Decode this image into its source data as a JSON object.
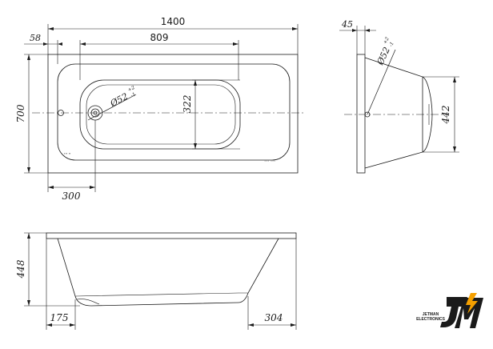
{
  "dims": {
    "length_total": "1400",
    "offset_left": "58",
    "inner_length": "809",
    "width_total": "700",
    "drain_offset": "300",
    "inner_width": "322",
    "drain_dia_top": "Ø52",
    "drain_tol_top": "+2",
    "drain_tol_bot": "-1",
    "side_thickness": "45",
    "side_dia": "Ø52",
    "side_tol_top": "+2",
    "side_tol_bot": "-1",
    "side_depth": "442",
    "height_total": "448",
    "bottom_left": "175",
    "bottom_right": "304"
  },
  "logo": {
    "line1": "JETMAN",
    "line2": "ELECTRONICS",
    "brand_color": "#f5a000"
  }
}
